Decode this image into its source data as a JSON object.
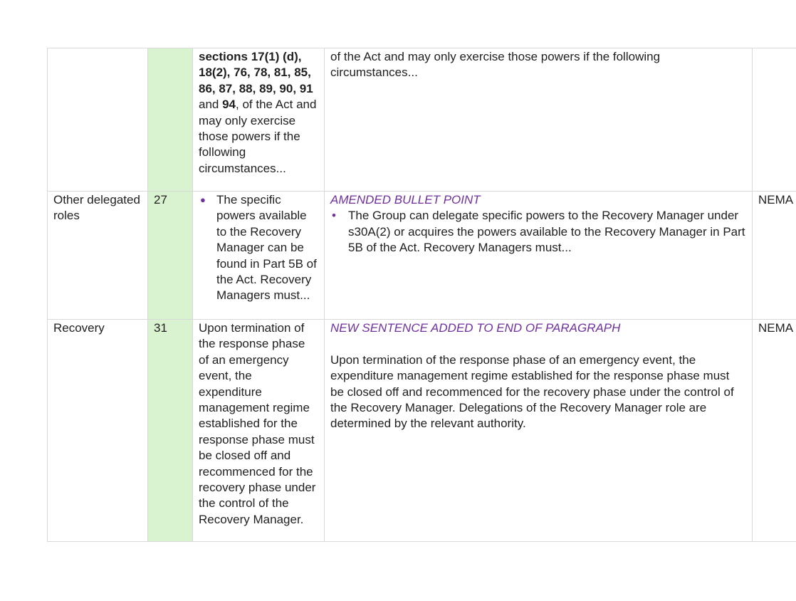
{
  "rows": [
    {
      "topic": "",
      "page": "",
      "old_text_parts": [
        {
          "text": "sections 17(1) (d), 18(2), 76, 78, 81, 85, 86, 87, 88, 89, 90, 91",
          "bold": true
        },
        {
          "text": " and ",
          "bold": false
        },
        {
          "text": "94",
          "bold": true
        },
        {
          "text": ", of the Act and may only exercise those powers if the following circumstances...",
          "bold": false
        }
      ],
      "new_text": "of the Act and may only exercise those powers if the following circumstances...",
      "source": ""
    },
    {
      "topic": "Other delegated roles",
      "page": "27",
      "old_bullet": "The specific powers available to the Recovery Manager can be found in Part 5B of the Act. Recovery Managers must...",
      "change_tag": "AMENDED BULLET POINT",
      "new_bullet": "The Group can delegate specific powers to the Recovery Manager under s30A(2) or acquires the powers available to the Recovery Manager in Part 5B of the Act. Recovery Managers must...",
      "source": "NEMA"
    },
    {
      "topic": "Recovery",
      "page": "31",
      "old_text": "Upon termination of the response phase of an emergency event, the expenditure management regime established for the response phase must be closed off and recommenced for the recovery phase under the control of the Recovery Manager.",
      "change_tag": "NEW SENTENCE ADDED TO END OF PARAGRAPH",
      "new_text": "Upon termination of the response phase of an emergency event, the expenditure management regime established for the response phase must be closed off and recommenced for the recovery phase under the control of the Recovery Manager. Delegations of the Recovery Manager role are determined by the relevant authority.",
      "source": "NEMA"
    }
  ],
  "colors": {
    "page_column_bg": "#d9f2d0",
    "change_tag": "#7030a0",
    "border": "#d9d9d9"
  }
}
